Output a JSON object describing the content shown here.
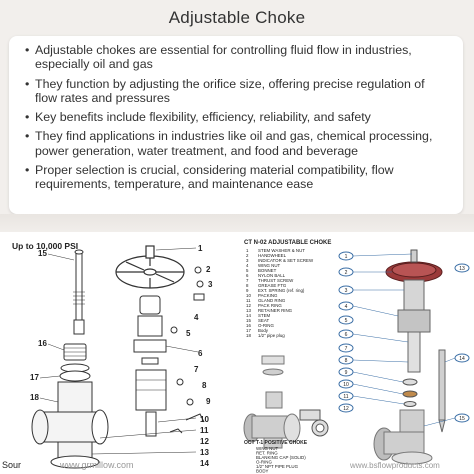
{
  "title": "Adjustable Choke",
  "bullets": [
    "Adjustable chokes are essential for controlling fluid flow in industries, especially oil and gas",
    "They function by adjusting the orifice size, offering precise regulation of flow rates and pressures",
    "Key benefits include flexibility, efficiency, reliability, and safety",
    "They find applications in industries like oil and gas, chemical processing, power generation, water treatment, and food and beverage",
    "Proper selection is crucial, considering material compatibility, flow requirements, temperature, and maintenance ease"
  ],
  "figure": {
    "left_header": "Up to   10,000 PSI",
    "left_callouts": [
      "15",
      "1",
      "2",
      "3",
      "4",
      "5",
      "16",
      "6",
      "17",
      "7",
      "8",
      "18",
      "9",
      "10",
      "11",
      "12",
      "13",
      "14"
    ],
    "right_header": "CT N-02 ADJUSTABLE CHOKE",
    "parts_list": [
      "STEM WASHER & NUT",
      "HANDWHEEL",
      "INDICATOR & SET SCREW",
      "WING NUT",
      "BONNET",
      "NYLON BALL",
      "THRUST SCREW",
      "GREASE FTG",
      "EXT. SPRING (ref. ring)",
      "PACKING",
      "GLAND RING",
      "PACK RING",
      "RETAINER RING",
      "STEM",
      "SEAT",
      "O-RING",
      "Body",
      "1/2\" pipe plug"
    ],
    "right_callouts": [
      "1",
      "2",
      "3",
      "4",
      "5",
      "6",
      "7",
      "8",
      "9",
      "10",
      "11",
      "12",
      "13",
      "14",
      "15"
    ],
    "positive_header": "OCT T-1 POSITIVE CHOKE",
    "positive_list": [
      "WING NUT",
      "RET. RING",
      "BLANKING CAP (SOLID)",
      "O-RING",
      "1/2\" NPT PIPE PLUG",
      "BODY"
    ],
    "watermark_left": "www.grmillow.com",
    "watermark_right": "www.bsflowproducts.com",
    "source_label": "Sour"
  },
  "colors": {
    "handwheel": "#9b3a3a",
    "callout_ring": "#3a6ea5",
    "text": "#333333"
  }
}
